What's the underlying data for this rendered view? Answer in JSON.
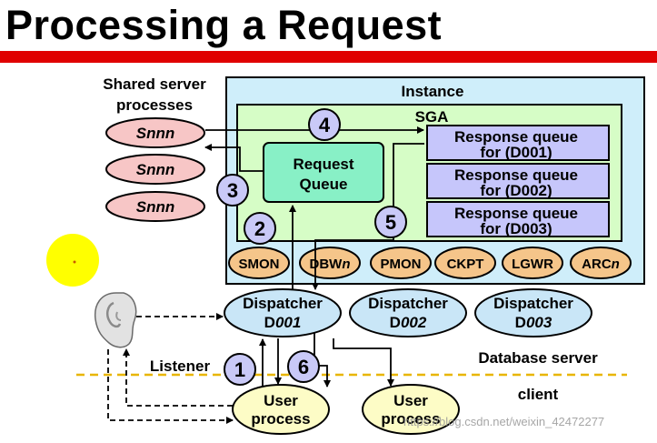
{
  "title": "Processing a Request",
  "labels": {
    "shared_server_processes": [
      "Shared server",
      "processes"
    ],
    "instance": "Instance",
    "sga": "SGA",
    "request_queue": [
      "Request",
      "Queue"
    ],
    "listener": "Listener",
    "database_server": "Database server",
    "client": "client"
  },
  "shared_servers": [
    "Snnn",
    "Snnn",
    "Snnn"
  ],
  "response_queues": [
    [
      "Response queue",
      "for (D001)"
    ],
    [
      "Response queue",
      "for (D002)"
    ],
    [
      "Response queue",
      "for (D003)"
    ]
  ],
  "background_processes": [
    {
      "name": "SMON",
      "italic_suffix": ""
    },
    {
      "name": "DBW",
      "italic_suffix": "n"
    },
    {
      "name": "PMON",
      "italic_suffix": ""
    },
    {
      "name": "CKPT",
      "italic_suffix": ""
    },
    {
      "name": "LGWR",
      "italic_suffix": ""
    },
    {
      "name": "ARC",
      "italic_suffix": "n"
    }
  ],
  "dispatchers": [
    {
      "line1": "Dispatcher",
      "prefix": "D",
      "num": "001"
    },
    {
      "line1": "Dispatcher",
      "prefix": "D",
      "num": "002"
    },
    {
      "line1": "Dispatcher",
      "prefix": "D",
      "num": "003"
    }
  ],
  "user_processes": [
    [
      "User",
      "process"
    ],
    [
      "User",
      "process"
    ]
  ],
  "steps": [
    "1",
    "2",
    "3",
    "4",
    "5",
    "6"
  ],
  "watermark": "https://blog.csdn.net/weixin_42472277",
  "colors": {
    "red_bar": "#e00000",
    "instance_fill": "#cfeefa",
    "sga_fill": "#d6fdc6",
    "request_queue_fill": "#88f0c6",
    "response_queue_fill": "#c6c6fb",
    "shared_server_fill": "#f7c6c6",
    "background_process_fill": "#f5c58a",
    "dispatcher_fill": "#c9e6f7",
    "user_process_fill": "#fdfcc6",
    "step_circle_fill": "#c9c9f7",
    "dashed_divider": "#e8b600",
    "dot": "#ffff00"
  },
  "icons": [
    "ear-icon",
    "dot-icon"
  ]
}
